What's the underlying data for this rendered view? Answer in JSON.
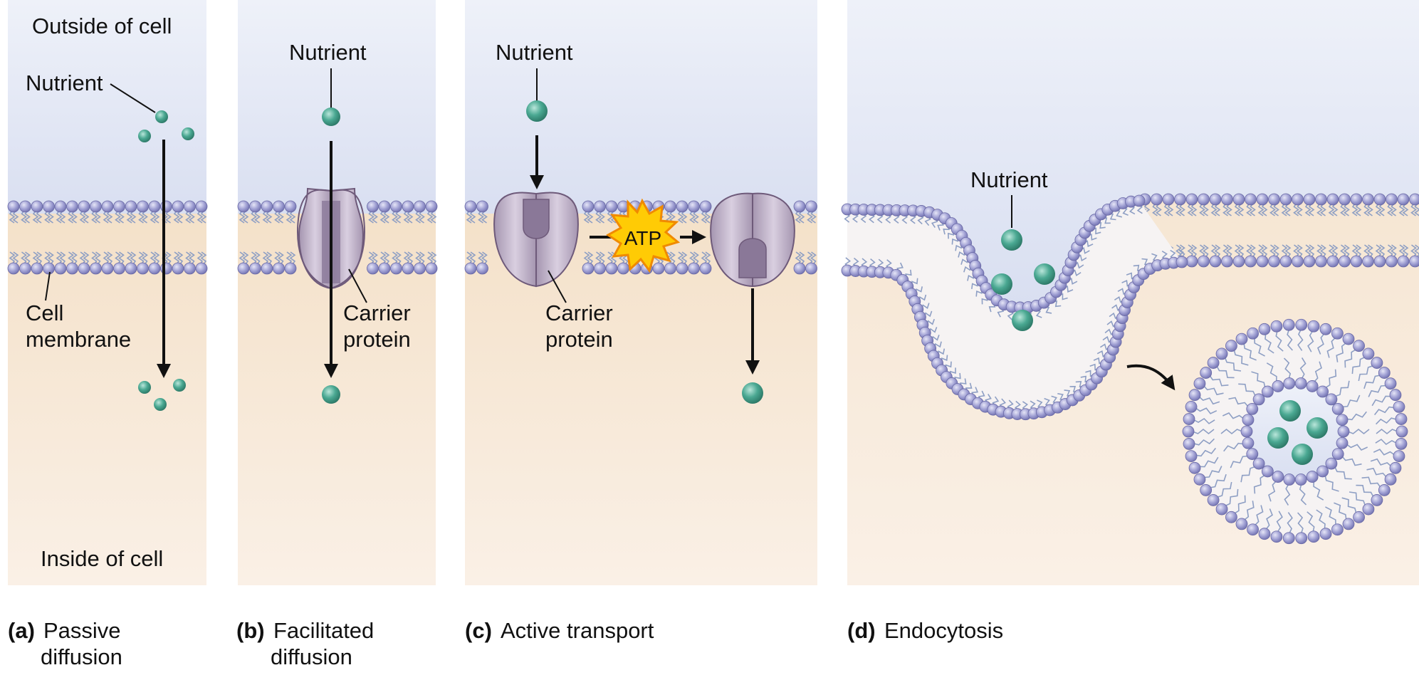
{
  "panels": {
    "a": {
      "outside_label": "Outside of cell",
      "nutrient_label": "Nutrient",
      "membrane_label_1": "Cell",
      "membrane_label_2": "membrane",
      "inside_label": "Inside of cell",
      "caption_letter": "(a)",
      "caption_1": "Passive",
      "caption_2": "diffusion"
    },
    "b": {
      "nutrient_label": "Nutrient",
      "carrier_label_1": "Carrier",
      "carrier_label_2": "protein",
      "caption_letter": "(b)",
      "caption_1": "Facilitated",
      "caption_2": "diffusion"
    },
    "c": {
      "nutrient_label": "Nutrient",
      "atp_label": "ATP",
      "carrier_label_1": "Carrier",
      "carrier_label_2": "protein",
      "caption_letter": "(c)",
      "caption_1": "Active transport"
    },
    "d": {
      "nutrient_label": "Nutrient",
      "caption_letter": "(d)",
      "caption_1": "Endocytosis"
    }
  },
  "colors": {
    "outside_top": "#e9edf8",
    "outside_bottom": "#dde2f2",
    "inside_top": "#f5e3cd",
    "inside_bottom": "#faefe4",
    "lipid_head": "#9a9ad0",
    "lipid_tail": "#8e9fc4",
    "nutrient": "#3f9a86",
    "protein": "#b9a7c0",
    "protein_dark": "#7e6a8a",
    "atp_fill": "#ffcb05",
    "atp_edge": "#f08a00"
  }
}
